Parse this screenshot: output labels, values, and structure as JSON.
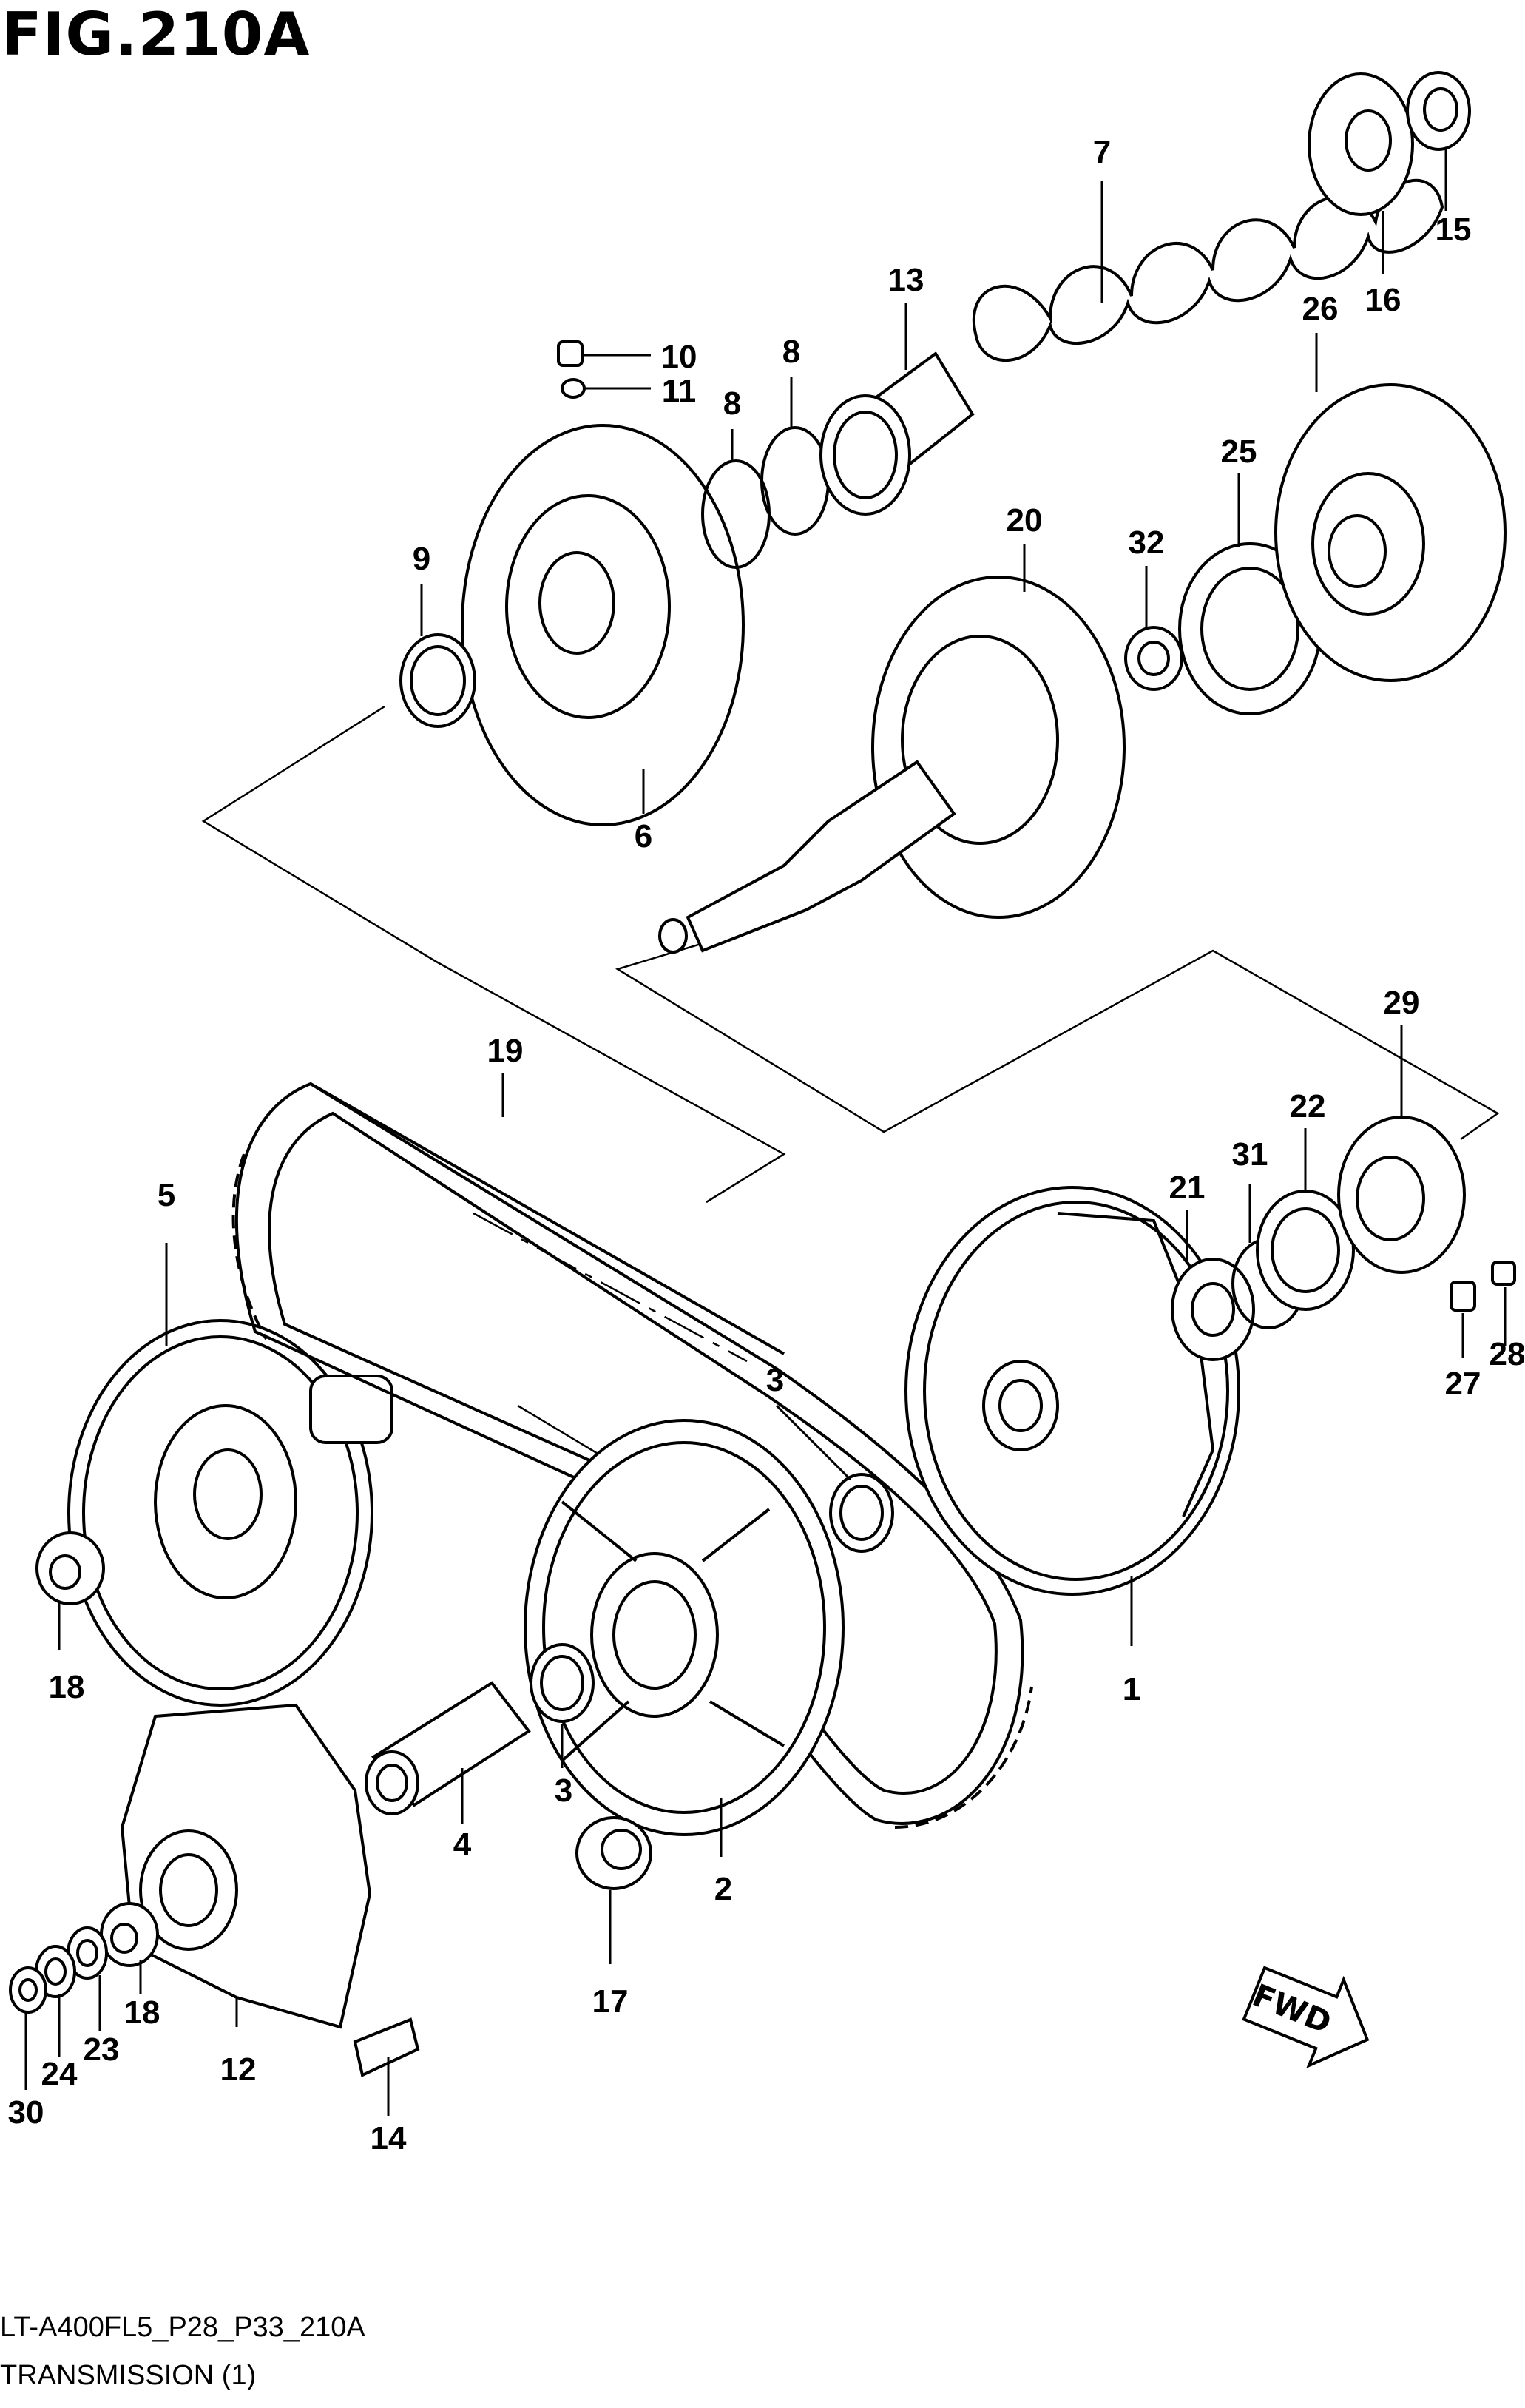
{
  "figure": {
    "title": "FIG.210A"
  },
  "footer": {
    "model_code": "LT-A400FL5_P28_P33_210A",
    "section": "TRANSMISSION (1)"
  },
  "badge": {
    "fwd_label": "FWD"
  },
  "callouts": [
    "1",
    "2",
    "3",
    "3",
    "4",
    "5",
    "6",
    "7",
    "8",
    "8",
    "9",
    "10",
    "11",
    "12",
    "13",
    "14",
    "15",
    "16",
    "17",
    "18",
    "18",
    "19",
    "20",
    "21",
    "22",
    "23",
    "24",
    "25",
    "26",
    "27",
    "28",
    "29",
    "30",
    "31",
    "32"
  ]
}
